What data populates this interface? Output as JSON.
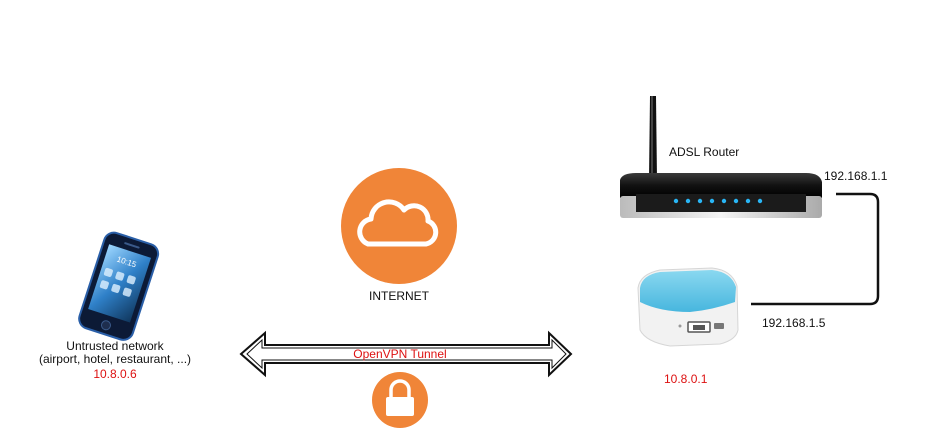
{
  "internet": {
    "label": "INTERNET"
  },
  "phone": {
    "screen_time": "10:15",
    "network_label": "Untrusted network",
    "network_examples": "(airport, hotel, restaurant, ...)",
    "ip": "10.8.0.6"
  },
  "tunnel": {
    "label": "OpenVPN Tunnel"
  },
  "router": {
    "label": "ADSL Router",
    "ip": "192.168.1.1"
  },
  "travel_router": {
    "lan_ip": "192.168.1.5",
    "vpn_ip": "10.8.0.1"
  },
  "colors": {
    "orange": "#f08538",
    "vpn_text": "#dd1111",
    "router_led": "#29b6f6",
    "travel_router_blue": "#5bc6e8"
  }
}
